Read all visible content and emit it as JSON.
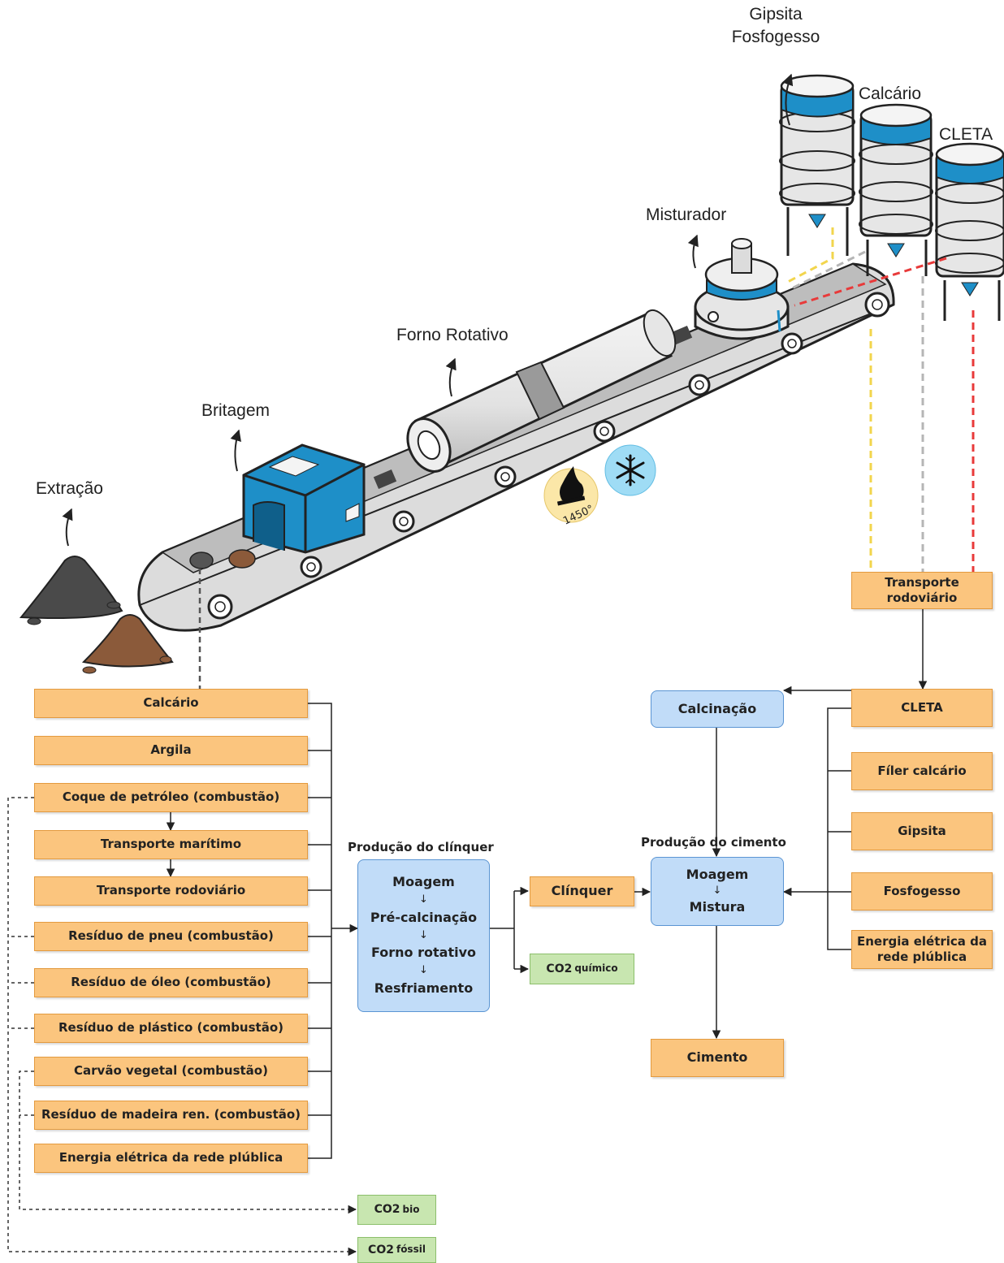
{
  "illustration_labels": {
    "extracao": "Extração",
    "britagem": "Britagem",
    "forno_rotativo": "Forno Rotativo",
    "misturador": "Misturador",
    "gipsita": "Gipsita",
    "fosfogesso": "Fosfogesso",
    "calcario": "Calcário",
    "cleta": "CLETA",
    "temperature": "1450°"
  },
  "inputs_left": [
    "Calcário",
    "Argila",
    "Coque de petróleo (combustão)",
    "Transporte marítimo",
    "Transporte rodoviário",
    "Resíduo de pneu (combustão)",
    "Resíduo de óleo (combustão)",
    "Resíduo de plástico (combustão)",
    "Carvão vegetal (combustão)",
    "Resíduo de madeira ren. (combustão)",
    "Energia elétrica da rede plública"
  ],
  "clinker_production": {
    "title": "Produção do clínquer",
    "steps": [
      "Moagem",
      "Pré-calcinação",
      "Forno rotativo",
      "Resfriamento"
    ],
    "output": "Clínquer"
  },
  "co2": {
    "quimico": {
      "main": "CO2",
      "sub": "químico"
    },
    "bio": {
      "main": "CO2",
      "sub": "bio"
    },
    "fossil": {
      "main": "CO2",
      "sub": "fóssil"
    }
  },
  "cement_production": {
    "title": "Produção do cimento",
    "steps": [
      "Moagem",
      "Mistura"
    ],
    "calcination": "Calcinação",
    "output": "Cimento"
  },
  "inputs_right": {
    "transport": "Transporte rodoviário",
    "items": [
      "CLETA",
      "Fíler calcário",
      "Gipsita",
      "Fosfogesso",
      "Energia elétrica da rede plública"
    ]
  },
  "colors": {
    "orange_fill": "#fbc57e",
    "blue_fill": "#c1dcf8",
    "green_fill": "#c8e6b0",
    "machine_blue": "#1e8fc8",
    "yellow_line": "#f2d54d",
    "gray_line": "#b5b5b5",
    "red_line": "#e83a3a"
  }
}
